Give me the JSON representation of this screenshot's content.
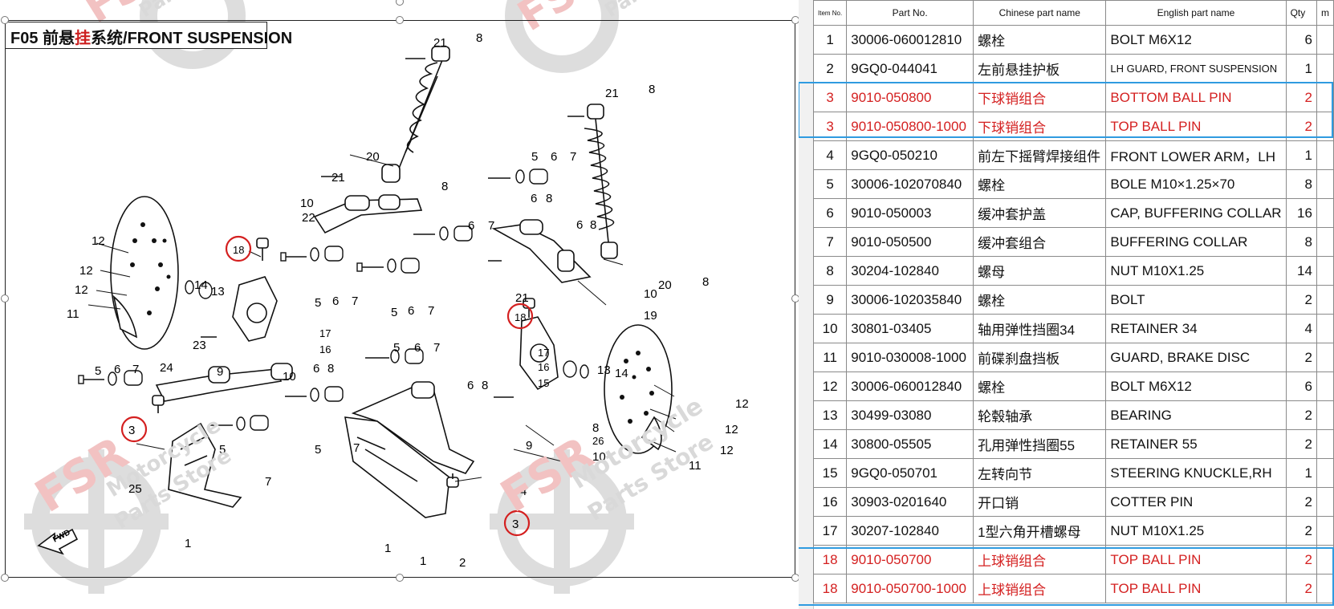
{
  "diagram": {
    "title_prefix": "F05 前悬",
    "title_highlight": "挂",
    "title_rest": "系统/FRONT SUSPENSION",
    "watermark_brand": "FSR",
    "watermark_line1": "Motorcycle",
    "watermark_line2": "Parts Store",
    "watermark_short": "Parts",
    "fwd_label": "FWD",
    "callouts": {
      "c1a": "1",
      "c1b": "1",
      "c1c": "1",
      "c2": "2",
      "c4": "4",
      "c5a": "5",
      "c5b": "5",
      "c5c": "5",
      "c5d": "5",
      "c5e": "5",
      "c5f": "5",
      "c5g": "5",
      "c6a": "6",
      "c6b": "6",
      "c6c": "6",
      "c6d": "6",
      "c6e": "6",
      "c6f": "6",
      "c6g": "6",
      "c6h": "6",
      "c6i": "6",
      "c6j": "6",
      "c7a": "7",
      "c7b": "7",
      "c7c": "7",
      "c7d": "7",
      "c7e": "7",
      "c7f": "7",
      "c7g": "7",
      "c7h": "7",
      "c8a": "8",
      "c8b": "8",
      "c8c": "8",
      "c8d": "8",
      "c8e": "8",
      "c8f": "8",
      "c8g": "8",
      "c8h": "8",
      "c8i": "8",
      "c8j": "8",
      "c9a": "9",
      "c9b": "9",
      "c10a": "10",
      "c10b": "10",
      "c10c": "10",
      "c10d": "10",
      "c11a": "11",
      "c11b": "11",
      "c12a": "12",
      "c12b": "12",
      "c12c": "12",
      "c12d": "12",
      "c12e": "12",
      "c12f": "12",
      "c13a": "13",
      "c13b": "13",
      "c14a": "14",
      "c14b": "14",
      "c15": "15",
      "c16a": "16",
      "c16b": "16",
      "c17a": "17",
      "c17b": "17",
      "c18a": "18",
      "c18b": "18",
      "c19": "19",
      "c20a": "20",
      "c20b": "20",
      "c21a": "21",
      "c21b": "21",
      "c21c": "21",
      "c21d": "21",
      "c22": "22",
      "c23": "23",
      "c24": "24",
      "c25": "25",
      "c26": "26",
      "c3a": "3",
      "c3b": "3"
    }
  },
  "table": {
    "headers": {
      "item": "Item No.",
      "part_no": "Part  No.",
      "cn": "Chinese part name",
      "en": "English part name",
      "qty": "Qty",
      "extra": "m"
    },
    "rows": [
      {
        "item": "1",
        "part_no": "30006-060012810",
        "cn": "螺栓",
        "en": "BOLT M6X12",
        "qty": "6",
        "red": false
      },
      {
        "item": "2",
        "part_no": "9GQ0-044041",
        "cn": "左前悬挂护板",
        "en": "LH GUARD, FRONT SUSPENSION",
        "qty": "1",
        "red": false
      },
      {
        "item": "3",
        "part_no": "9010-050800",
        "cn": "下球销组合",
        "en": "BOTTOM BALL PIN",
        "qty": "2",
        "red": true
      },
      {
        "item": "3",
        "part_no": "9010-050800-1000",
        "cn": "下球销组合",
        "en": "TOP BALL PIN",
        "qty": "2",
        "red": true
      },
      {
        "item": "4",
        "part_no": "9GQ0-050210",
        "cn": "前左下摇臂焊接组件",
        "en": "FRONT LOWER ARM，LH",
        "qty": "1",
        "red": false
      },
      {
        "item": "5",
        "part_no": "30006-102070840",
        "cn": "螺栓",
        "en": "BOLE M10×1.25×70",
        "qty": "8",
        "red": false
      },
      {
        "item": "6",
        "part_no": "9010-050003",
        "cn": "缓冲套护盖",
        "en": "CAP, BUFFERING COLLAR",
        "qty": "16",
        "red": false
      },
      {
        "item": "7",
        "part_no": "9010-050500",
        "cn": "缓冲套组合",
        "en": "BUFFERING COLLAR",
        "qty": "8",
        "red": false
      },
      {
        "item": "8",
        "part_no": "30204-102840",
        "cn": "螺母",
        "en": "NUT M10X1.25",
        "qty": "14",
        "red": false
      },
      {
        "item": "9",
        "part_no": "30006-102035840",
        "cn": "螺栓",
        "en": "BOLT",
        "qty": "2",
        "red": false
      },
      {
        "item": "10",
        "part_no": "30801-03405",
        "cn": "轴用弹性挡圈34",
        "en": "RETAINER 34",
        "qty": "4",
        "red": false
      },
      {
        "item": "11",
        "part_no": "9010-030008-1000",
        "cn": "前碟刹盘挡板",
        "en": "GUARD, BRAKE DISC",
        "qty": "2",
        "red": false
      },
      {
        "item": "12",
        "part_no": "30006-060012840",
        "cn": "螺栓",
        "en": "BOLT M6X12",
        "qty": "6",
        "red": false
      },
      {
        "item": "13",
        "part_no": "30499-03080",
        "cn": "轮毂轴承",
        "en": "BEARING",
        "qty": "2",
        "red": false
      },
      {
        "item": "14",
        "part_no": "30800-05505",
        "cn": "孔用弹性挡圈55",
        "en": "RETAINER 55",
        "qty": "2",
        "red": false
      },
      {
        "item": "15",
        "part_no": "9GQ0-050701",
        "cn": "左转向节",
        "en": "STEERING KNUCKLE,RH",
        "qty": "1",
        "red": false
      },
      {
        "item": "16",
        "part_no": "30903-0201640",
        "cn": "开口销",
        "en": "COTTER PIN",
        "qty": "2",
        "red": false
      },
      {
        "item": "17",
        "part_no": "30207-102840",
        "cn": "1型六角开槽螺母",
        "en": "NUT M10X1.25",
        "qty": "2",
        "red": false
      },
      {
        "item": "18",
        "part_no": "9010-050700",
        "cn": "上球销组合",
        "en": "TOP BALL PIN",
        "qty": "2",
        "red": true
      },
      {
        "item": "18",
        "part_no": "9010-050700-1000",
        "cn": "上球销组合",
        "en": "TOP BALL PIN",
        "qty": "2",
        "red": true
      }
    ]
  },
  "colors": {
    "accent_red": "#d42020",
    "highlight_blue": "#2f9be0",
    "watermark_red": "#f2b9b9",
    "watermark_gray": "#dcdcdc"
  }
}
